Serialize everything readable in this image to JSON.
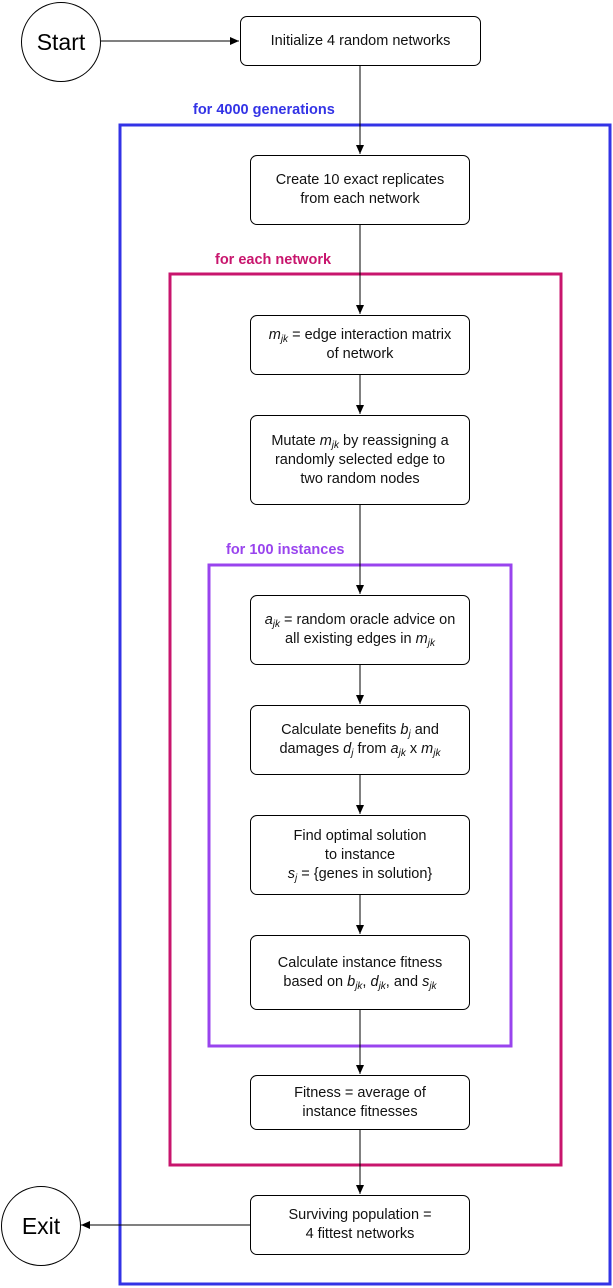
{
  "terminals": {
    "start": "Start",
    "exit": "Exit"
  },
  "loops": {
    "generations": {
      "label": "for 4000 generations",
      "color": "#3333e6"
    },
    "networks": {
      "label": "for each network",
      "color": "#c8156d"
    },
    "instances": {
      "label": "for 100 instances",
      "color": "#9944ee"
    }
  },
  "steps": {
    "init": "Initialize 4 random networks",
    "replicate": {
      "line1": "Create 10 exact replicates",
      "line2": "from each network"
    },
    "matrix": {
      "var": "m",
      "sub": "jk",
      "rest1": " = edge interaction matrix",
      "line2": "of network"
    },
    "mutate": {
      "pre": "Mutate ",
      "var": "m",
      "sub": "jk",
      "post": " by reassigning a",
      "line2": "randomly selected edge to",
      "line3": "two random nodes"
    },
    "advice": {
      "var": "a",
      "sub": "jk",
      "rest1": " = random oracle advice on",
      "pre2": "all existing edges in ",
      "var2": "m",
      "sub2": "jk"
    },
    "benefits": {
      "pre": "Calculate benefits ",
      "var": "b",
      "sub": "j",
      "post": " and",
      "pre2": "damages ",
      "var2": "d",
      "sub2": "j",
      "mid2": " from ",
      "var3": "a",
      "sub3": "jk",
      "x": " x ",
      "var4": "m",
      "sub4": "jk"
    },
    "optimal": {
      "line1": "Find optimal solution",
      "line2": "to instance",
      "var": "s",
      "sub": "j",
      "rest3": " = {genes in solution}"
    },
    "fitness_instance": {
      "line1": "Calculate instance fitness",
      "pre2": "based on ",
      "var": "b",
      "sub": "jk",
      "c1": ", ",
      "var2": "d",
      "sub2": "jk",
      "c2": ", and ",
      "var3": "s",
      "sub3": "jk"
    },
    "fitness_avg": {
      "line1": "Fitness = average of",
      "line2": "instance fitnesses"
    },
    "survive": {
      "line1": "Surviving population =",
      "line2": "4 fittest networks"
    }
  }
}
